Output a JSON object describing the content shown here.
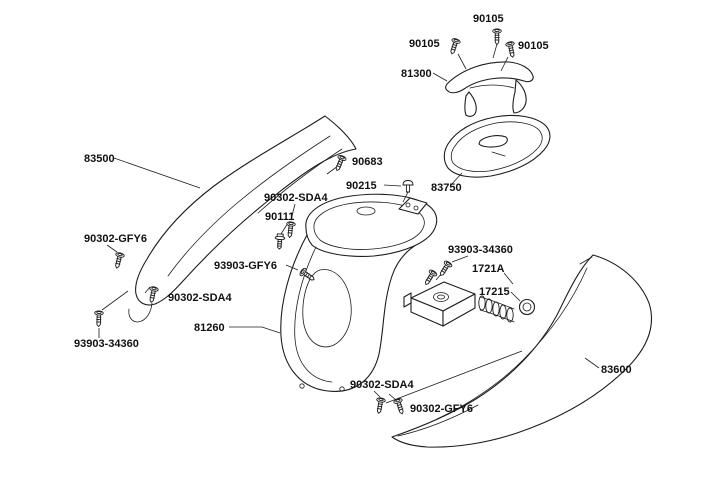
{
  "colors": {
    "background": "#ffffff",
    "line": "#1d1d1d",
    "label_text": "#111111"
  },
  "labels": [
    {
      "id": "90105-top",
      "text": "90105"
    },
    {
      "id": "90105-upper-left",
      "text": "90105"
    },
    {
      "id": "90105-upper-right",
      "text": "90105"
    },
    {
      "id": "81300",
      "text": "81300"
    },
    {
      "id": "83500",
      "text": "83500"
    },
    {
      "id": "90683",
      "text": "90683"
    },
    {
      "id": "90215",
      "text": "90215"
    },
    {
      "id": "83750",
      "text": "83750"
    },
    {
      "id": "90302-SDA4-upper",
      "text": "90302-SDA4"
    },
    {
      "id": "90111",
      "text": "90111"
    },
    {
      "id": "90302-GFY6-left",
      "text": "90302-GFY6"
    },
    {
      "id": "93903-34360-right",
      "text": "93903-34360"
    },
    {
      "id": "93903-GFY6",
      "text": "93903-GFY6"
    },
    {
      "id": "1721A",
      "text": "1721A"
    },
    {
      "id": "17215",
      "text": "17215"
    },
    {
      "id": "90302-SDA4-midleft",
      "text": "90302-SDA4"
    },
    {
      "id": "81260",
      "text": "81260"
    },
    {
      "id": "93903-34360-left",
      "text": "93903-34360"
    },
    {
      "id": "83600",
      "text": "83600"
    },
    {
      "id": "90302-SDA4-bottom",
      "text": "90302-SDA4"
    },
    {
      "id": "90302-GFY6-bottom",
      "text": "90302-GFY6"
    }
  ]
}
